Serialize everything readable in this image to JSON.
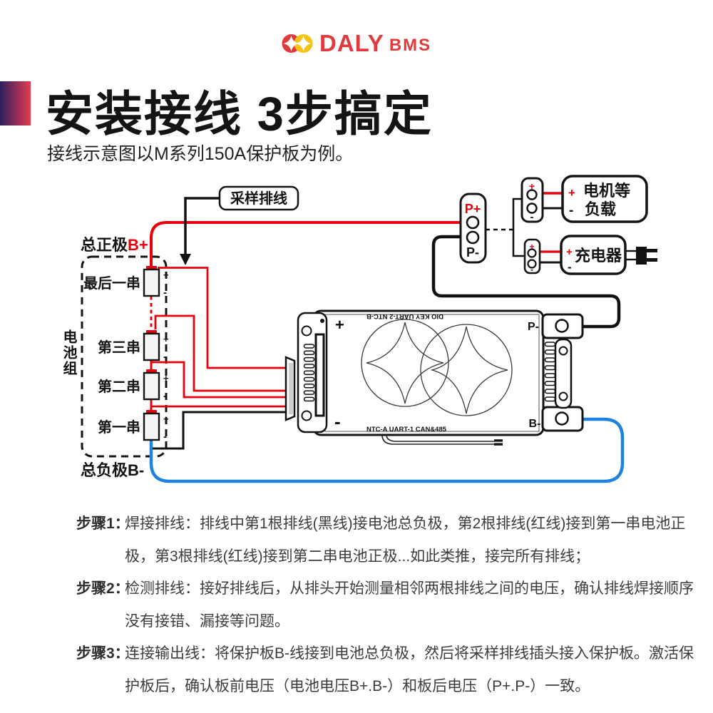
{
  "logo": {
    "brand": "DALY",
    "suffix": "BMS"
  },
  "header": {
    "title": "安装接线 3步搞定",
    "subtitle": "接线示意图以M系列150A保护板为例。"
  },
  "diagram": {
    "sampling_cable_label": "采样排线",
    "total_positive": {
      "label": "总正极",
      "terminal": "B+"
    },
    "total_negative": {
      "label": "总负极",
      "terminal": "B-"
    },
    "battery_group_label": "电池组",
    "batteries": [
      {
        "label": "最后一串"
      },
      {
        "label": "第三串"
      },
      {
        "label": "第二串"
      },
      {
        "label": "第一串"
      }
    ],
    "plus_sign": "+",
    "minus_sign": "-",
    "output_connector": {
      "p_plus": "P+",
      "p_minus": "P-"
    },
    "motor_load": {
      "line1": "电机等",
      "line2": "负载",
      "plus": "+",
      "minus": "-"
    },
    "charger": {
      "label": "充电器",
      "plus": "+",
      "minus": "-"
    },
    "board": {
      "plus": "+",
      "minus": "-",
      "p_minus": "P-",
      "b_minus": "B-",
      "top_ports": "DIO   KEY   UART-2   NTC-B",
      "bottom_ports": "NTC-A   UART-1   CAN&485"
    }
  },
  "steps": [
    {
      "label": "步骤1：",
      "text": "焊接排线：排线中第1根排线(黑线)接电池总负极，第2根排线(红线)接到第一串电池正极，第3根排线(红线)接到第二串电池正极...如此类推，接完所有排线；"
    },
    {
      "label": "步骤2：",
      "text": "检测排线：接好排线后，从排头开始测量相邻两根排线之间的电压，确认排线焊接顺序没有接错、漏接等问题。"
    },
    {
      "label": "步骤3：",
      "text": "连接输出线：将保护板B-线接到电池总负极，然后将采样排线插头接入保护板。激活保护板后，确认板前电压（电池电压B+.B-）和板后电压（P+.P-）一致。"
    }
  ],
  "colors": {
    "wire_red": "#e8000d",
    "wire_blue": "#1e82e0",
    "wire_black": "#111111",
    "accent_gradient_start": "#2b2160",
    "accent_gradient_end": "#e73b50",
    "logo_red": "#e23a3c",
    "logo_yellow": "#f3c415"
  }
}
